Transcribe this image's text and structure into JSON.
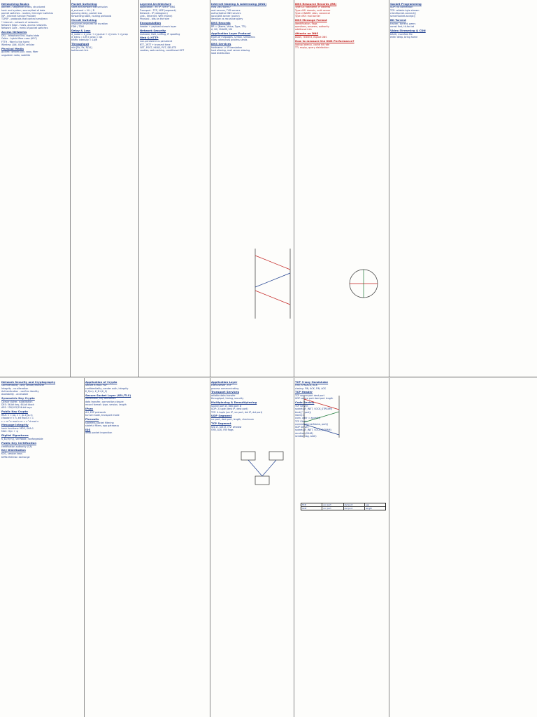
{
  "sections": [
    {
      "id": "s1",
      "color": "blue",
      "items": [
        {
          "t": "h",
          "text": "Networking Basics"
        },
        {
          "t": "l",
          "text": "packets - sequence of bits, structured"
        },
        {
          "t": "l",
          "text": "host: end system, source/dest of data"
        },
        {
          "t": "l",
          "text": "packet switches - routers, link-layer switches"
        },
        {
          "t": "l",
          "text": "ISP - Internet Service Provider"
        },
        {
          "t": "l",
          "text": "TCP/IP - protocols that control send/recv"
        },
        {
          "t": "l",
          "text": "* Internet - network of networks"
        },
        {
          "t": "l",
          "text": "Network Edge - hosts, access networks"
        },
        {
          "t": "l",
          "text": "Network Core - mesh of packet switches"
        },
        {
          "t": "h",
          "text": "Access Networks"
        },
        {
          "t": "l",
          "text": "DSL - telephone line, digital data"
        },
        {
          "t": "l",
          "text": "Cable - hybrid fiber coax (HFC)"
        },
        {
          "t": "l",
          "text": "FTTH - fiber to the home"
        },
        {
          "t": "l",
          "text": "Wireless LAN, 4G/5G cellular"
        },
        {
          "t": "h",
          "text": "Physical Media"
        },
        {
          "t": "l",
          "text": "guided: twisted pair, coax, fiber"
        },
        {
          "t": "l",
          "text": "unguided: radio, satellite"
        }
      ]
    },
    {
      "id": "s2",
      "color": "blue",
      "items": [
        {
          "t": "h",
          "text": "Packet Switching"
        },
        {
          "t": "l",
          "text": "store-and-forward transmission"
        },
        {
          "t": "l",
          "text": "d_end-end = N L / R"
        },
        {
          "t": "l",
          "text": "queuing delay, packet loss"
        },
        {
          "t": "l",
          "text": "forwarding table, routing protocols"
        },
        {
          "t": "h",
          "text": "Circuit Switching"
        },
        {
          "t": "l",
          "text": "resources reserved for duration"
        },
        {
          "t": "l",
          "text": "FDM / TDM"
        },
        {
          "t": "h",
          "text": "Delay & Loss"
        },
        {
          "t": "l",
          "text": "d_nodal = d_proc + d_queue + d_trans + d_prop"
        },
        {
          "t": "l",
          "text": "d_trans = L/R   d_prop = d/s"
        },
        {
          "t": "l",
          "text": "traffic intensity = La/R"
        },
        {
          "t": "h",
          "text": "Throughput"
        },
        {
          "t": "l",
          "text": "min{Rc, Rs, R/10}"
        },
        {
          "t": "l",
          "text": "bottleneck link"
        }
      ]
    },
    {
      "id": "s3",
      "color": "blue",
      "items": [
        {
          "t": "h",
          "text": "Layered Architecture"
        },
        {
          "t": "l",
          "text": "Application - HTTP, SMTP, DNS"
        },
        {
          "t": "l",
          "text": "Transport - TCP, UDP (segment)"
        },
        {
          "t": "l",
          "text": "Network - IP (datagram)"
        },
        {
          "t": "l",
          "text": "Link - Ethernet, WiFi (frame)"
        },
        {
          "t": "l",
          "text": "Physical - bits on the wire"
        },
        {
          "t": "h",
          "text": "Encapsulation"
        },
        {
          "t": "l",
          "text": "header + payload at each layer"
        },
        {
          "t": "h",
          "text": "Network Security"
        },
        {
          "t": "l",
          "text": "malware, DoS, sniffing, IP spoofing"
        },
        {
          "t": "h",
          "text": "Web & HTTP"
        },
        {
          "t": "l",
          "text": "non-persistent vs persistent"
        },
        {
          "t": "l",
          "text": "RTT, 2RTT + transmit time"
        },
        {
          "t": "l",
          "text": "GET, POST, HEAD, PUT, DELETE"
        },
        {
          "t": "l",
          "text": "cookies, web caching, conditional GET"
        }
      ]
    },
    {
      "id": "s4",
      "color": "blue",
      "items": [
        {
          "t": "h",
          "text": "Internet Naming & Addressing (DNS)"
        },
        {
          "t": "l",
          "text": "How DNS works?"
        },
        {
          "t": "l",
          "text": "root servers, TLD servers"
        },
        {
          "t": "l",
          "text": "authoritative DNS servers"
        },
        {
          "t": "l",
          "text": "local DNS server (cache)"
        },
        {
          "t": "l",
          "text": "iterative vs recursive query"
        },
        {
          "t": "h",
          "text": "DNS Records"
        },
        {
          "t": "l",
          "text": "RR = (Name, Value, Type, TTL)"
        },
        {
          "t": "l",
          "text": "A, NS, CNAME, MX"
        },
        {
          "t": "h",
          "text": "Application Layer Protocol"
        },
        {
          "t": "l",
          "text": "types of messages, syntax, semantics"
        },
        {
          "t": "l",
          "text": "rules: when/how process sends"
        },
        {
          "t": "h",
          "text": "DNS Services"
        },
        {
          "t": "l",
          "text": "hostname -> IP translation"
        },
        {
          "t": "l",
          "text": "host aliasing, mail server aliasing"
        },
        {
          "t": "l",
          "text": "load distribution"
        }
      ]
    },
    {
      "id": "s5",
      "color": "red",
      "items": [
        {
          "t": "h",
          "text": "DNS Resource Records (RR)"
        },
        {
          "t": "l",
          "text": "Type=A: hostname, IP address"
        },
        {
          "t": "l",
          "text": "Type=NS: domain, auth server"
        },
        {
          "t": "l",
          "text": "Type=CNAME: alias, canonical"
        },
        {
          "t": "l",
          "text": "Type=MX: mail server"
        },
        {
          "t": "h",
          "text": "DNS Message Format"
        },
        {
          "t": "l",
          "text": "identification, flags"
        },
        {
          "t": "l",
          "text": "questions, answers, authority"
        },
        {
          "t": "l",
          "text": "additional info"
        },
        {
          "t": "h",
          "text": "Attacks on DNS"
        },
        {
          "t": "l",
          "text": "DDoS, redirect, exploit DNS"
        },
        {
          "t": "h",
          "text": "How to measure the DNS Performance?"
        },
        {
          "t": "l",
          "text": "lookup latency, cache hit rate"
        },
        {
          "t": "l",
          "text": "TTL expiry, query distribution"
        }
      ]
    },
    {
      "id": "s6",
      "color": "blue",
      "items": [
        {
          "t": "h",
          "text": "Socket Programming"
        },
        {
          "t": "l",
          "text": "UDP: no connection"
        },
        {
          "t": "l",
          "text": "TCP: reliable byte stream"
        },
        {
          "t": "l",
          "text": "clientSocket.connect()"
        },
        {
          "t": "l",
          "text": "serverSocket.accept()"
        },
        {
          "t": "h",
          "text": "Bit Torrent"
        },
        {
          "t": "l",
          "text": "tracker, torrent, peers"
        },
        {
          "t": "l",
          "text": "rarest first, tit-for-tat"
        },
        {
          "t": "h",
          "text": "Video Streaming & CDN"
        },
        {
          "t": "l",
          "text": "DASH, manifest file"
        },
        {
          "t": "l",
          "text": "enter deep, bring home"
        }
      ]
    },
    {
      "id": "s7",
      "color": "blue",
      "items": [
        {
          "t": "h",
          "text": "Network Security and Cryptography"
        },
        {
          "t": "l",
          "text": "Confidentiality - only sender/receiver"
        },
        {
          "t": "l",
          "text": "Integrity - no alteration"
        },
        {
          "t": "l",
          "text": "Authentication - confirm identity"
        },
        {
          "t": "l",
          "text": "Availability - accessible"
        },
        {
          "t": "h",
          "text": "Symmetric Key Crypto"
        },
        {
          "t": "l",
          "text": "Caesar cipher, substitution"
        },
        {
          "t": "l",
          "text": "DES: 56-bit key, 64-bit block"
        },
        {
          "t": "l",
          "text": "AES: 128/192/256-bit keys"
        },
        {
          "t": "h",
          "text": "Public Key Crypto"
        },
        {
          "t": "l",
          "text": "RSA: n = pq, z = (p-1)(q-1)"
        },
        {
          "t": "l",
          "text": "choose e < n, ed mod z = 1"
        },
        {
          "t": "l",
          "text": "c = m^e mod n   m = c^d mod n"
        },
        {
          "t": "h",
          "text": "Message Integrity"
        },
        {
          "t": "l",
          "text": "hash functions: MD5, SHA-1"
        },
        {
          "t": "l",
          "text": "MAC: H(m + s)"
        },
        {
          "t": "h",
          "text": "Digital Signatures"
        },
        {
          "t": "l",
          "text": "K_B-(H(m)), verifiable, nonforgeable"
        },
        {
          "t": "h",
          "text": "Public Key Certification"
        },
        {
          "t": "l",
          "text": "certification authority (CA)"
        },
        {
          "t": "h",
          "text": "Key Distribution"
        },
        {
          "t": "l",
          "text": "KDC, session keys"
        },
        {
          "t": "l",
          "text": "Diffie-Hellman exchange"
        }
      ]
    },
    {
      "id": "s8",
      "color": "blue",
      "items": [
        {
          "t": "h",
          "text": "Application of Crypto"
        },
        {
          "t": "l",
          "text": "Secure e-mail: PGP"
        },
        {
          "t": "l",
          "text": "confidentiality, sender auth, integrity"
        },
        {
          "t": "l",
          "text": "K_S(m), K_B+(K_S)"
        },
        {
          "t": "h",
          "text": "Secure Socket Layer (SSL/TLS)"
        },
        {
          "t": "l",
          "text": "handshake, key derivation"
        },
        {
          "t": "l",
          "text": "data transfer, connection closure"
        },
        {
          "t": "l",
          "text": "record format: type, version, length"
        },
        {
          "t": "h",
          "text": "IPsec"
        },
        {
          "t": "l",
          "text": "AH, ESP protocols"
        },
        {
          "t": "l",
          "text": "tunnel mode, transport mode"
        },
        {
          "t": "h",
          "text": "Firewalls"
        },
        {
          "t": "l",
          "text": "stateless packet filtering"
        },
        {
          "t": "l",
          "text": "stateful filters, app gateways"
        },
        {
          "t": "h",
          "text": "IDS"
        },
        {
          "t": "l",
          "text": "deep packet inspection"
        }
      ]
    },
    {
      "id": "s9",
      "color": "blue",
      "items": [
        {
          "t": "h",
          "text": "Application Layer"
        },
        {
          "t": "l",
          "text": "client-server, P2P"
        },
        {
          "t": "l",
          "text": "process communicating"
        },
        {
          "t": "h",
          "text": "Transport Services"
        },
        {
          "t": "l",
          "text": "reliable data transfer"
        },
        {
          "t": "l",
          "text": "throughput, timing, security"
        },
        {
          "t": "h",
          "text": "Multiplexing & Demultiplexing"
        },
        {
          "t": "l",
          "text": "source port #, dest port #"
        },
        {
          "t": "l",
          "text": "UDP: 2-tuple (dest IP, dest port)"
        },
        {
          "t": "l",
          "text": "TCP: 4-tuple (src IP, src port, dst IP, dst port)"
        },
        {
          "t": "h",
          "text": "UDP Segment"
        },
        {
          "t": "l",
          "text": "src port, dest port, length, checksum"
        },
        {
          "t": "h",
          "text": "TCP Segment"
        },
        {
          "t": "l",
          "text": "seq #, ack #, rcvr window"
        },
        {
          "t": "l",
          "text": "SYN, ACK, FIN flags"
        }
      ]
    },
    {
      "id": "s10",
      "color": "blue",
      "items": [
        {
          "t": "h",
          "text": "TCP 3-way Handshake"
        },
        {
          "t": "l",
          "text": "SYN, SYN-ACK, ACK"
        },
        {
          "t": "l",
          "text": "closing: FIN, ACK, FIN, ACK"
        },
        {
          "t": "h",
          "text": "TCP Header"
        },
        {
          "t": "l",
          "text": "TCP  source port  dest port"
        },
        {
          "t": "l",
          "text": "UDP  source port  dest port  length"
        },
        {
          "t": "h",
          "text": "Code Review"
        },
        {
          "t": "l",
          "text": "TCP Server:"
        },
        {
          "t": "l",
          "text": "socket(AF_INET, SOCK_STREAM)"
        },
        {
          "t": "l",
          "text": "bind(('', port))"
        },
        {
          "t": "l",
          "text": "listen(1)"
        },
        {
          "t": "l",
          "text": "conn, addr = accept()"
        },
        {
          "t": "l",
          "text": "TCP Client:"
        },
        {
          "t": "l",
          "text": "connect((serverName, port))"
        },
        {
          "t": "l",
          "text": "UDP Server:"
        },
        {
          "t": "l",
          "text": "socket(AF_INET, SOCK_DGRAM)"
        },
        {
          "t": "l",
          "text": "recvfrom(2048)"
        },
        {
          "t": "l",
          "text": "sendto(msg, addr)"
        }
      ]
    }
  ]
}
